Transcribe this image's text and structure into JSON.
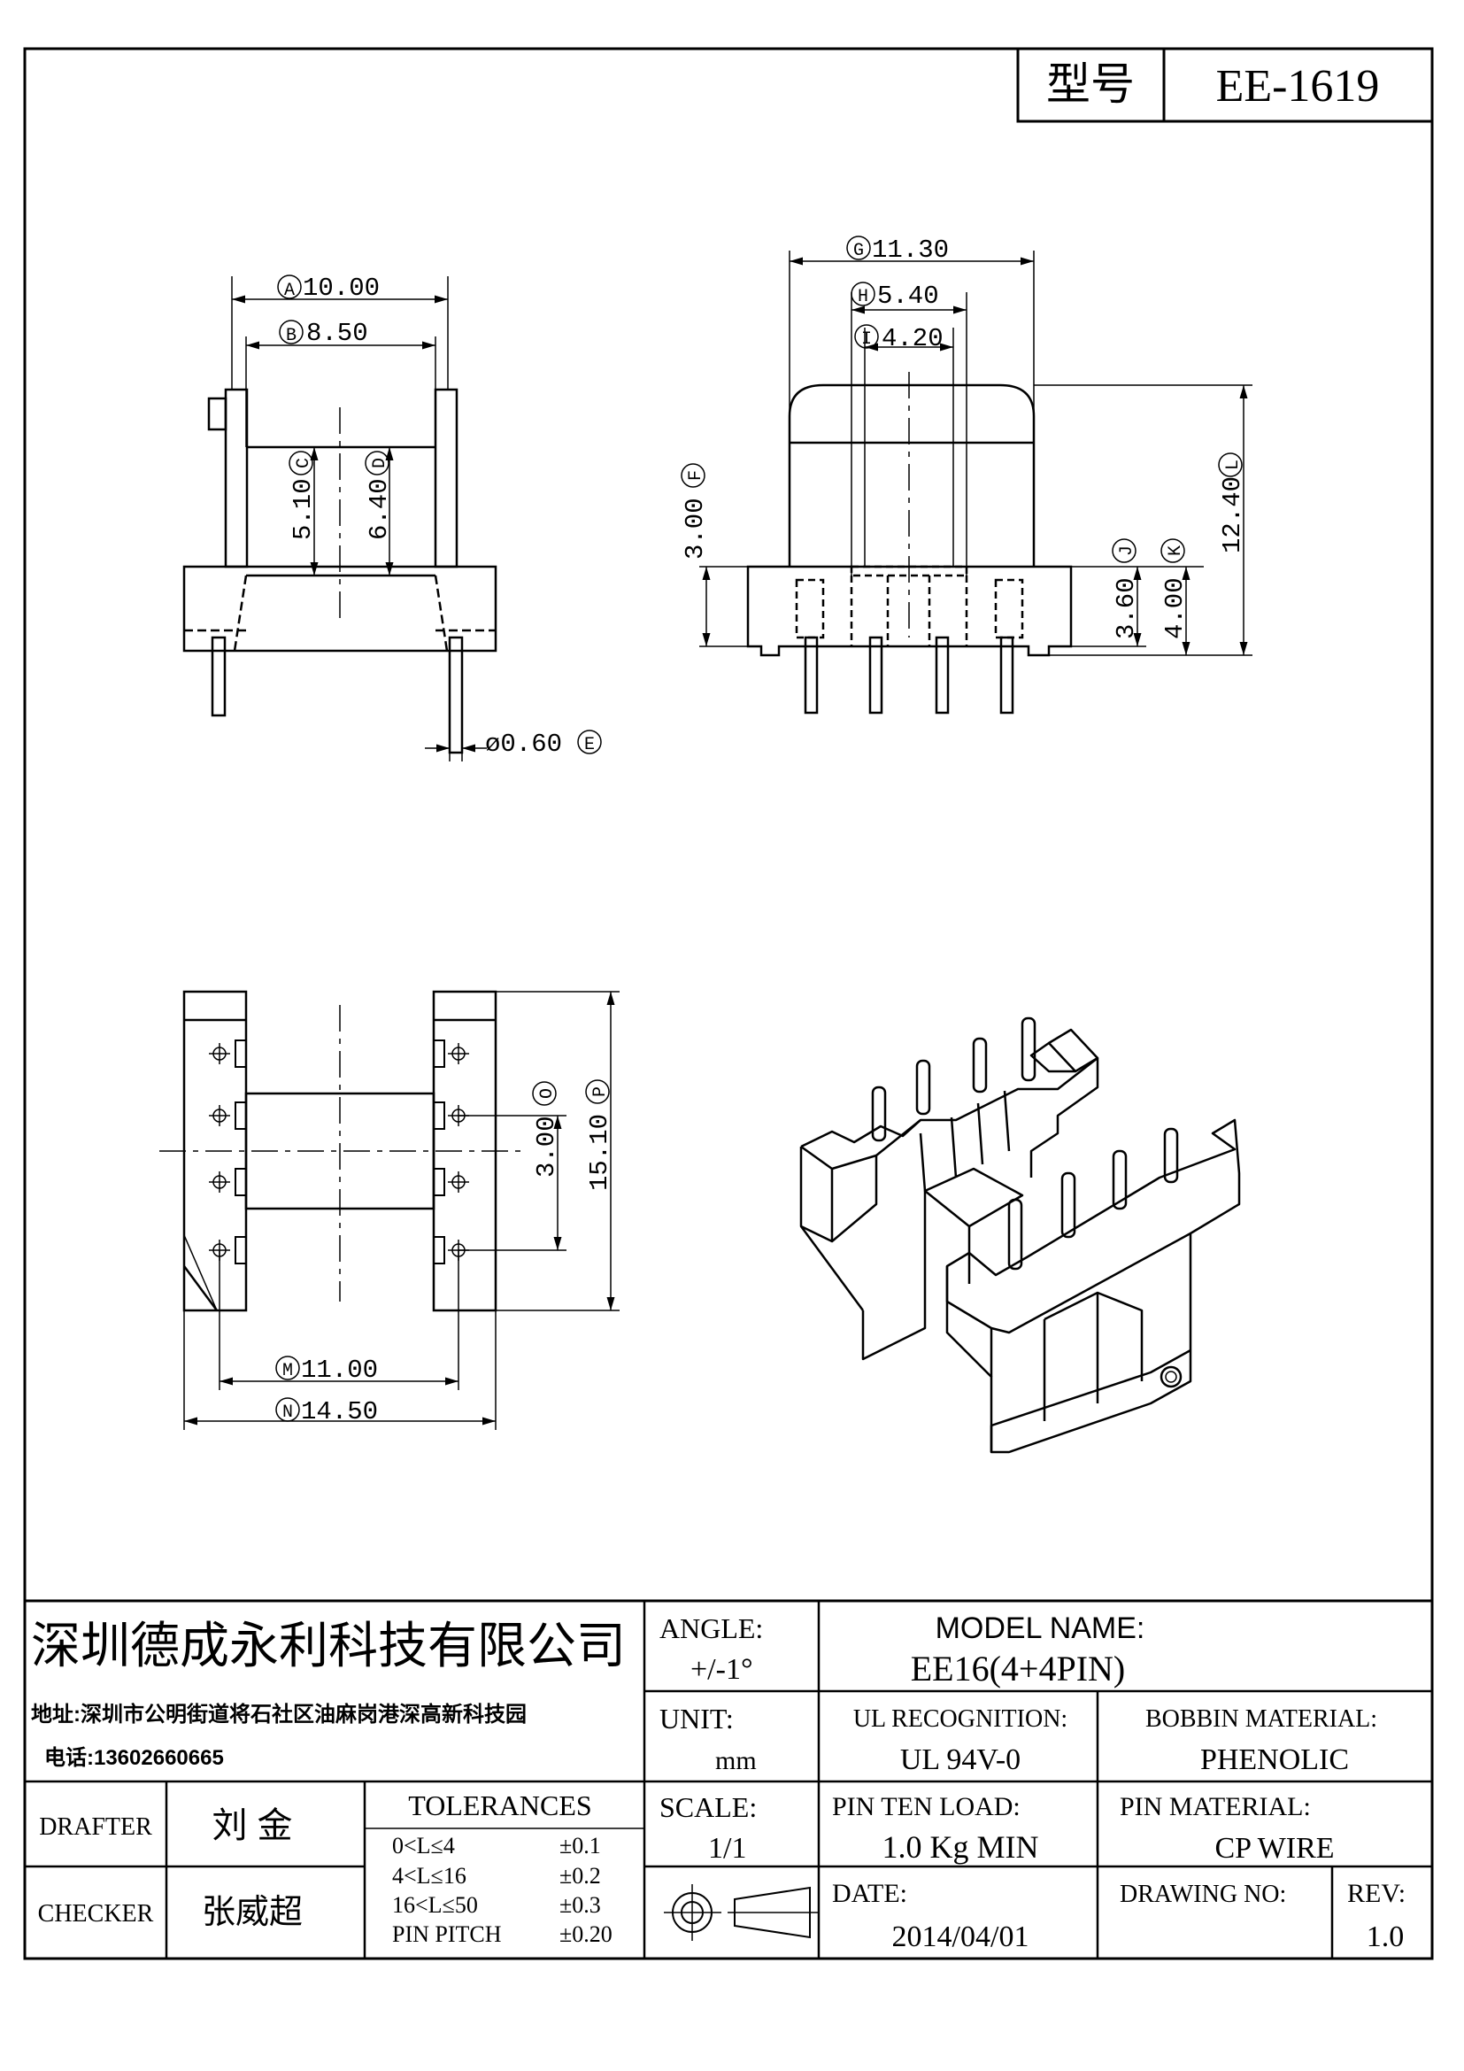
{
  "header": {
    "model_label": "型号",
    "model_value": "EE-1619"
  },
  "dims": {
    "A": "A",
    "A_val": "10.00",
    "B": "B",
    "B_val": "8.50",
    "C": "C",
    "C_val": "5.10",
    "D": "D",
    "D_val": "6.40",
    "E": "E",
    "E_val": "ø0.60",
    "F": "F",
    "F_val": "3.00",
    "G": "G",
    "G_val": "11.30",
    "H": "H",
    "H_val": "5.40",
    "I": "I",
    "I_val": "4.20",
    "J": "J",
    "J_val": "3.60",
    "K": "K",
    "K_val": "4.00",
    "L": "L",
    "L_val": "12.40",
    "M": "M",
    "M_val": "11.00",
    "N": "N",
    "N_val": "14.50",
    "O": "O",
    "O_val": "3.00",
    "P": "P",
    "P_val": "15.10"
  },
  "title_block": {
    "company": "深圳德成永利科技有限公司",
    "address": "地址:深圳市公明街道将石社区油麻岗港深高新科技园",
    "phone": "电话:13602660665",
    "angle_label": "ANGLE:",
    "angle_value": "+/-1°",
    "model_name_label": "MODEL NAME:",
    "model_name_value": "EE16(4+4PIN)",
    "unit_label": "UNIT:",
    "unit_value": "mm",
    "ul_label": "UL RECOGNITION:",
    "ul_value": "UL 94V-0",
    "bobbin_label": "BOBBIN MATERIAL:",
    "bobbin_value": "PHENOLIC",
    "drafter_label": "DRAFTER",
    "drafter_value": "刘 金",
    "checker_label": "CHECKER",
    "checker_value": "张威超",
    "tolerances_label": "TOLERANCES",
    "tol": [
      {
        "range": "0<L≤4",
        "value": "±0.1"
      },
      {
        "range": "4<L≤16",
        "value": "±0.2"
      },
      {
        "range": "16<L≤50",
        "value": "±0.3"
      },
      {
        "range": "PIN PITCH",
        "value": "±0.20"
      }
    ],
    "scale_label": "SCALE:",
    "scale_value": "1/1",
    "pin_load_label": "PIN TEN LOAD:",
    "pin_load_value": "1.0 Kg MIN",
    "pin_mat_label": "PIN MATERIAL:",
    "pin_mat_value": "CP WIRE",
    "date_label": "DATE:",
    "date_value": "2014/04/01",
    "drawing_no_label": "DRAWING NO:",
    "rev_label": "REV:",
    "rev_value": "1.0"
  }
}
